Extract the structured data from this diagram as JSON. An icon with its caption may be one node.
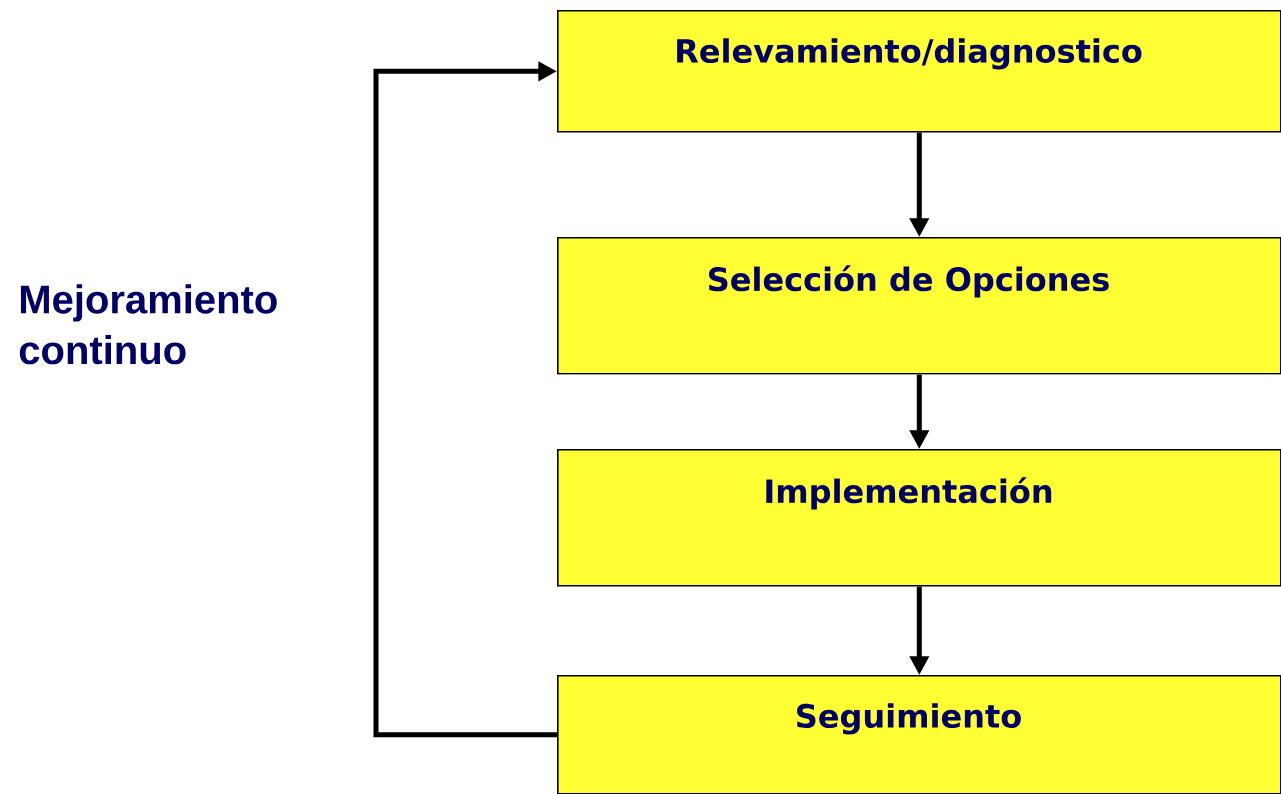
{
  "diagram": {
    "nodes": [
      {
        "text": [
          "Relevamiento/diagnostico"
        ]
      },
      {
        "text": [
          "Selección de Opciones"
        ]
      },
      {
        "text": [
          "Implementación"
        ]
      },
      {
        "text": [
          "Seguimiento"
        ]
      }
    ],
    "edges": [
      {
        "from": 0,
        "to": 1,
        "arrow": "to"
      },
      {
        "from": 1,
        "to": 2,
        "arrow": "to"
      },
      {
        "from": 2,
        "to": 3,
        "arrow": "to"
      },
      {
        "from": 3,
        "to": 0,
        "arrow": "to"
      }
    ],
    "labels": [
      "Mejoramiento continuo"
    ]
  }
}
